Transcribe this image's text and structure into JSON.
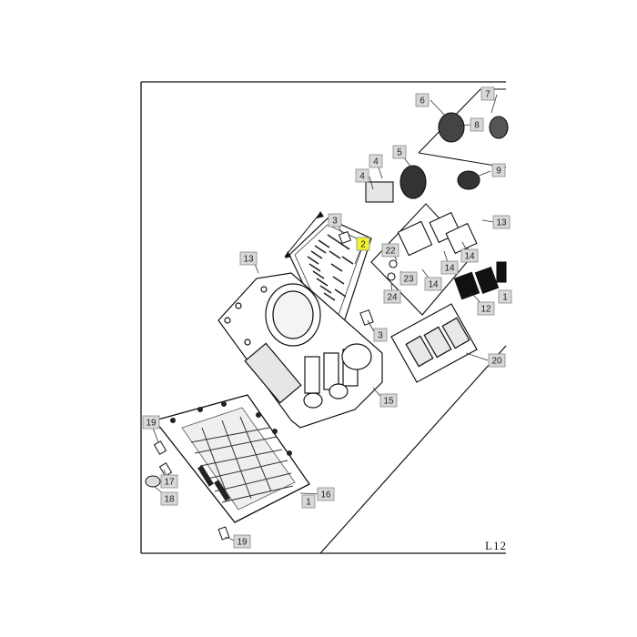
{
  "diagram": {
    "sheet_code": "L12",
    "callout_fill": "#d8d8d8",
    "callout_highlight_fill": "#f2f230",
    "callout_stroke": "#888888",
    "callouts": [
      {
        "label": "6",
        "highlight": false
      },
      {
        "label": "7",
        "highlight": false
      },
      {
        "label": "8",
        "highlight": false
      },
      {
        "label": "5",
        "highlight": false
      },
      {
        "label": "4",
        "highlight": false
      },
      {
        "label": "4",
        "highlight": false
      },
      {
        "label": "9",
        "highlight": false
      },
      {
        "label": "3",
        "highlight": false
      },
      {
        "label": "2",
        "highlight": true
      },
      {
        "label": "13",
        "highlight": false
      },
      {
        "label": "13",
        "highlight": false
      },
      {
        "label": "22",
        "highlight": false
      },
      {
        "label": "23",
        "highlight": false
      },
      {
        "label": "24",
        "highlight": false
      },
      {
        "label": "14",
        "highlight": false
      },
      {
        "label": "14",
        "highlight": false
      },
      {
        "label": "14",
        "highlight": false
      },
      {
        "label": "12",
        "highlight": false
      },
      {
        "label": "1",
        "highlight": false
      },
      {
        "label": "3",
        "highlight": false
      },
      {
        "label": "20",
        "highlight": false
      },
      {
        "label": "15",
        "highlight": false
      },
      {
        "label": "19",
        "highlight": false
      },
      {
        "label": "17",
        "highlight": false
      },
      {
        "label": "18",
        "highlight": false
      },
      {
        "label": "1",
        "highlight": false
      },
      {
        "label": "16",
        "highlight": false
      },
      {
        "label": "19",
        "highlight": false
      }
    ]
  }
}
